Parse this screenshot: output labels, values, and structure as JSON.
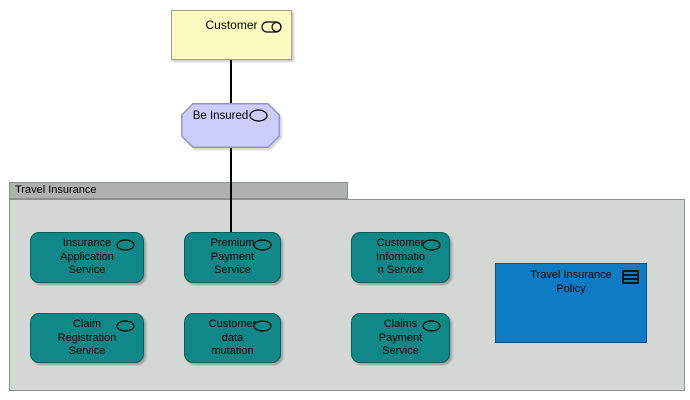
{
  "diagram": {
    "nodes": {
      "customer": {
        "label": "Customer",
        "icon": "role-icon"
      },
      "be_insured": {
        "label": "Be Insured",
        "icon": "oval-icon"
      },
      "group": {
        "label": "Travel Insurance"
      },
      "services": [
        {
          "lines": [
            "Insurance",
            "Application",
            "Service"
          ],
          "icon": "oval-icon"
        },
        {
          "lines": [
            "Premium",
            "Payment",
            "Service"
          ],
          "icon": "oval-icon"
        },
        {
          "lines": [
            "Customer",
            "Informatio",
            "n Service"
          ],
          "icon": "oval-icon"
        },
        {
          "lines": [
            "Claim",
            "Registration",
            "Service"
          ],
          "icon": "oval-icon"
        },
        {
          "lines": [
            "Customer",
            "data",
            "mutation"
          ],
          "icon": "oval-icon"
        },
        {
          "lines": [
            "Claims",
            "Payment",
            "Service"
          ],
          "icon": "oval-icon"
        }
      ],
      "policy": {
        "lines": [
          "Travel Insurance",
          "Policy"
        ],
        "icon": "contract-icon"
      }
    },
    "connectors": [
      {
        "from": "Customer",
        "to": "Be Insured"
      },
      {
        "from": "Be Insured",
        "to": "Premium Payment Service"
      }
    ],
    "colors": {
      "actor_fill": "#FBFBC1",
      "actor_border": "#A0A080",
      "interaction_fill": "#CDCDF9",
      "interaction_border": "#9191CE",
      "service_fill": "#108888",
      "service_border": "#045F5F",
      "object_fill": "#0E7CC4",
      "object_border": "#084F7C",
      "group_tab_fill": "#AEB2AE",
      "group_body_fill": "#D4D8D4",
      "group_border": "#8C908C",
      "connector": "#000000"
    }
  }
}
